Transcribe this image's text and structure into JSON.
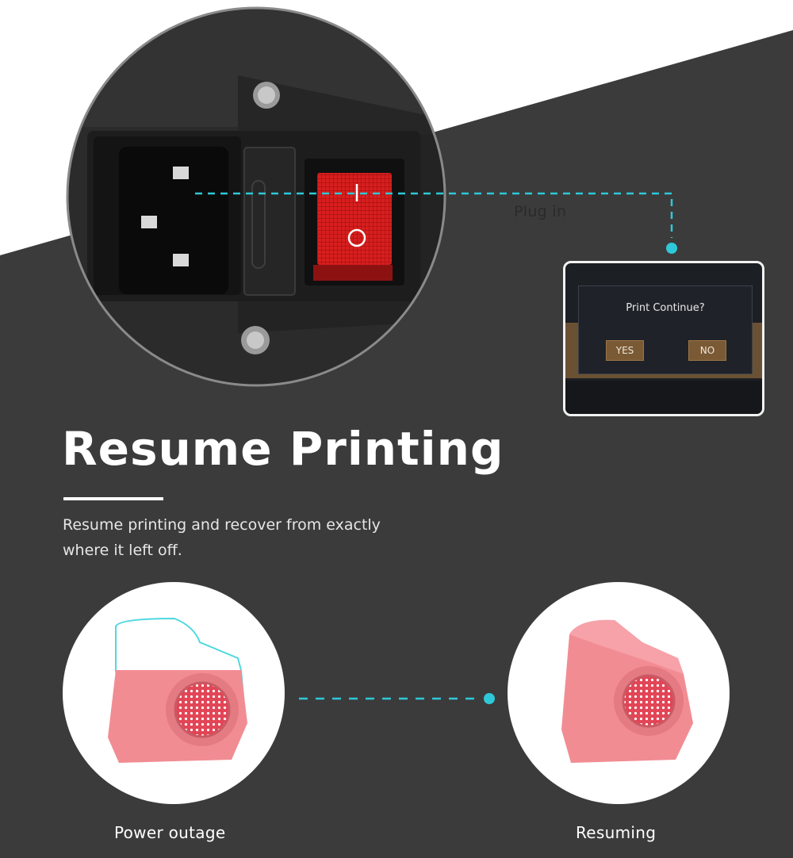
{
  "heading": "Resume Printing",
  "description": "Resume printing and recover from exactly where it left off.",
  "callout": {
    "plug_label": "Plug in"
  },
  "display": {
    "prompt": "Print Continue?",
    "yes_label": "YES",
    "no_label": "NO"
  },
  "captions": {
    "left": "Power outage",
    "right": "Resuming"
  },
  "colors": {
    "background": "#3b3b3b",
    "accent": "#2ec8d8",
    "switch_red": "#d81f1f",
    "model_pink": "#f28c93"
  }
}
